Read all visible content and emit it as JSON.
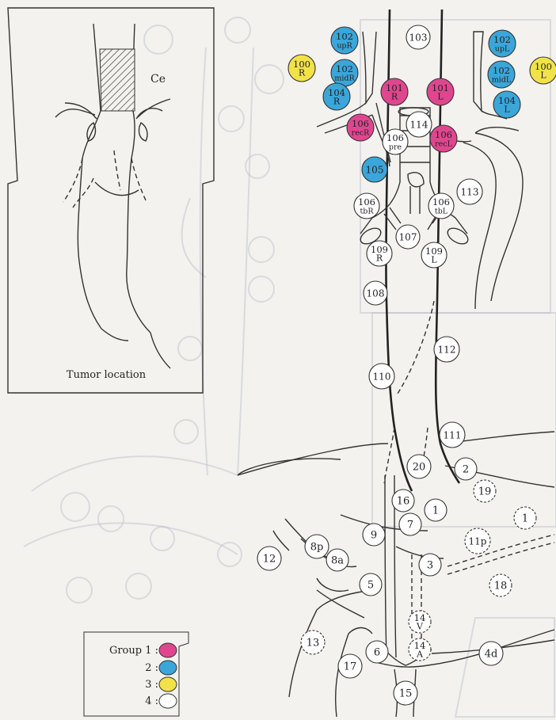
{
  "tumor_panel": {
    "ce_label": "Ce",
    "caption": "Tumor location"
  },
  "legend": {
    "items": [
      {
        "label": "Group 1 :",
        "color": "#e0468f",
        "group": 1
      },
      {
        "label": "2 :",
        "color": "#3aa6d9",
        "group": 2
      },
      {
        "label": "3 :",
        "color": "#f2e24a",
        "group": 3
      },
      {
        "label": "4 :",
        "color": "#ffffff",
        "group": 4
      }
    ]
  },
  "colors": {
    "group1": "#e0468f",
    "group2": "#3aa6d9",
    "group3": "#f2e24a",
    "group4": "#ffffff",
    "outline": "#333333"
  },
  "nodes": [
    {
      "id": "102upR",
      "lines": [
        "102",
        "upR"
      ],
      "group": 2
    },
    {
      "id": "103",
      "lines": [
        "103"
      ],
      "group": 4
    },
    {
      "id": "102upL",
      "lines": [
        "102",
        "upL"
      ],
      "group": 2
    },
    {
      "id": "100R",
      "lines": [
        "100",
        "R"
      ],
      "group": 3
    },
    {
      "id": "102midR",
      "lines": [
        "102",
        "midR"
      ],
      "group": 2
    },
    {
      "id": "100L",
      "lines": [
        "100",
        "L"
      ],
      "group": 3
    },
    {
      "id": "102midL",
      "lines": [
        "102",
        "midL"
      ],
      "group": 2
    },
    {
      "id": "101R",
      "lines": [
        "101",
        "R"
      ],
      "group": 1
    },
    {
      "id": "101L",
      "lines": [
        "101",
        "L"
      ],
      "group": 1
    },
    {
      "id": "104R",
      "lines": [
        "104",
        "R"
      ],
      "group": 2
    },
    {
      "id": "104L",
      "lines": [
        "104",
        "L"
      ],
      "group": 2
    },
    {
      "id": "106recR",
      "lines": [
        "106",
        "recR"
      ],
      "group": 1
    },
    {
      "id": "114",
      "lines": [
        "114"
      ],
      "group": 4
    },
    {
      "id": "106recL",
      "lines": [
        "106",
        "recL"
      ],
      "group": 1
    },
    {
      "id": "106pre",
      "lines": [
        "106",
        "pre"
      ],
      "group": 4
    },
    {
      "id": "105",
      "lines": [
        "105"
      ],
      "group": 2
    },
    {
      "id": "113",
      "lines": [
        "113"
      ],
      "group": 4
    },
    {
      "id": "106tbR",
      "lines": [
        "106",
        "tbR"
      ],
      "group": 4
    },
    {
      "id": "106tbL",
      "lines": [
        "106",
        "tbL"
      ],
      "group": 4
    },
    {
      "id": "107",
      "lines": [
        "107"
      ],
      "group": 4
    },
    {
      "id": "109R",
      "lines": [
        "109",
        "R"
      ],
      "group": 4
    },
    {
      "id": "109L",
      "lines": [
        "109",
        "L"
      ],
      "group": 4
    },
    {
      "id": "108",
      "lines": [
        "108"
      ],
      "group": 4
    },
    {
      "id": "112",
      "lines": [
        "112"
      ],
      "group": 4
    },
    {
      "id": "110",
      "lines": [
        "110"
      ],
      "group": 4
    },
    {
      "id": "111",
      "lines": [
        "111"
      ],
      "group": 4
    },
    {
      "id": "20",
      "lines": [
        "20"
      ],
      "group": 4
    },
    {
      "id": "2",
      "lines": [
        "2"
      ],
      "group": 4
    },
    {
      "id": "19",
      "lines": [
        "19"
      ],
      "group": 4,
      "dashed": true
    },
    {
      "id": "16",
      "lines": [
        "16"
      ],
      "group": 4
    },
    {
      "id": "1",
      "lines": [
        "1"
      ],
      "group": 4
    },
    {
      "id": "11d",
      "lines": [
        "1"
      ],
      "group": 4,
      "dashed": true
    },
    {
      "id": "7",
      "lines": [
        "7"
      ],
      "group": 4
    },
    {
      "id": "9",
      "lines": [
        "9"
      ],
      "group": 4
    },
    {
      "id": "11p",
      "lines": [
        "11p"
      ],
      "group": 4,
      "dashed": true
    },
    {
      "id": "8p",
      "lines": [
        "8p"
      ],
      "group": 4
    },
    {
      "id": "12",
      "lines": [
        "12"
      ],
      "group": 4
    },
    {
      "id": "8a",
      "lines": [
        "8a"
      ],
      "group": 4
    },
    {
      "id": "3",
      "lines": [
        "3"
      ],
      "group": 4
    },
    {
      "id": "5",
      "lines": [
        "5"
      ],
      "group": 4
    },
    {
      "id": "18",
      "lines": [
        "18"
      ],
      "group": 4,
      "dashed": true
    },
    {
      "id": "14V",
      "lines": [
        "14",
        "V"
      ],
      "group": 4,
      "dashed": true
    },
    {
      "id": "13",
      "lines": [
        "13"
      ],
      "group": 4,
      "dashed": true
    },
    {
      "id": "6",
      "lines": [
        "6"
      ],
      "group": 4
    },
    {
      "id": "14A",
      "lines": [
        "14",
        "A"
      ],
      "group": 4,
      "dashed": true
    },
    {
      "id": "4d",
      "lines": [
        "4d"
      ],
      "group": 4
    },
    {
      "id": "17",
      "lines": [
        "17"
      ],
      "group": 4
    },
    {
      "id": "15",
      "lines": [
        "15"
      ],
      "group": 4
    }
  ]
}
